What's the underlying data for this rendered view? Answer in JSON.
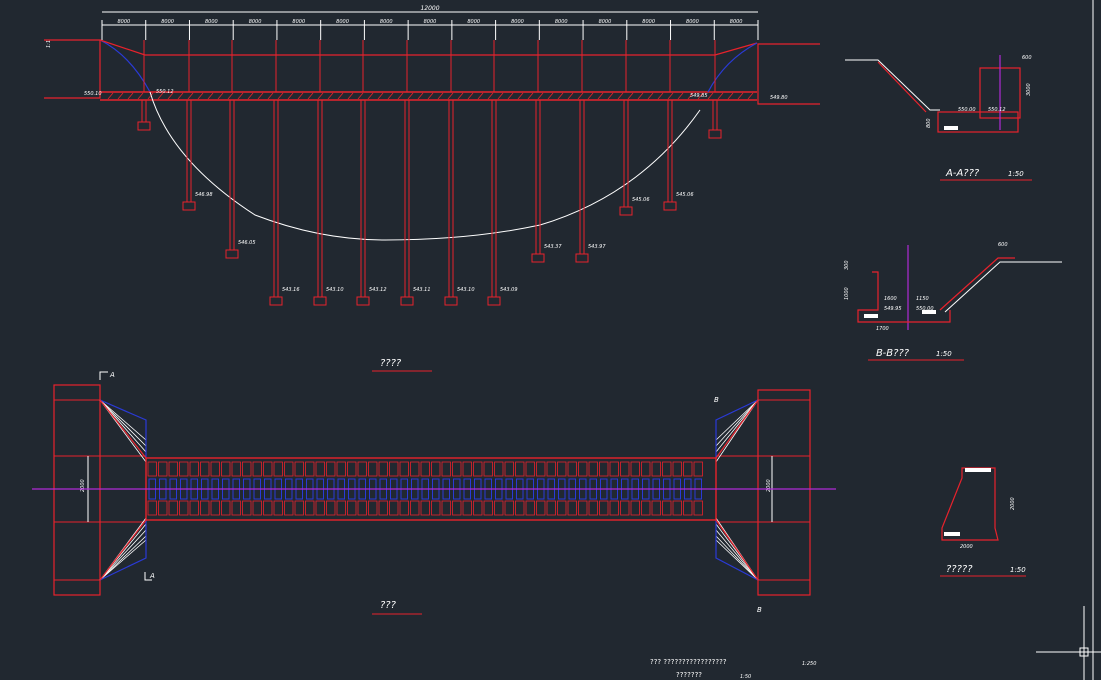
{
  "drawing": {
    "total_span_label": "12000",
    "span_labels": [
      "8000",
      "8000",
      "8000",
      "8000",
      "8000",
      "8000",
      "8000",
      "8000",
      "8000",
      "8000",
      "8000",
      "8000",
      "8000",
      "8000",
      "8000"
    ],
    "elevation_title": "????",
    "plan_title": "???",
    "section_aa_title": "A-A???",
    "section_aa_scale": "1:50",
    "section_bb_title": "B-B???",
    "section_bb_scale": "1:50",
    "detail_title": "?????",
    "detail_scale": "1:50",
    "titleblock_line1": "???  ?????????????????",
    "titleblock_line2": "???????",
    "titleblock_scale_a": "1:50",
    "titleblock_scale_b": "1:250",
    "deck_elev_left": "550.10",
    "deck_elev_left2": "550.12",
    "deck_elev_right": "549.85",
    "deck_elev_right2": "549.80",
    "pier_elevations": [
      "546.98",
      "546.05",
      "543.16",
      "543.10",
      "543.12",
      "543.11",
      "543.10",
      "543.09",
      "543.37",
      "543.97",
      "545.06",
      "545.06"
    ],
    "section_a_marker": "A",
    "section_b_marker": "B",
    "dim_width": "2000",
    "dim_aa_top": "600",
    "dim_aa_side": "3000",
    "dim_aa_elev": "550.00",
    "dim_aa_elev2": "550.12",
    "dim_aa_bottom": "800",
    "dim_bb_a": "1600",
    "dim_bb_b": "1150",
    "dim_bb_c": "1700",
    "dim_bb_top": "600",
    "dim_bb_h": "1000",
    "dim_bb_h2": "300",
    "dim_bb_elev": "549.95",
    "dim_bb_elev2": "550.00",
    "dim_det_w": "2000",
    "dim_det_h": "2000",
    "slope_label": "1:1"
  }
}
